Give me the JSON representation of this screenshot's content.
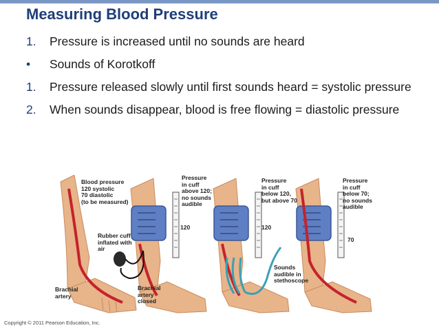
{
  "slide": {
    "title": "Measuring Blood Pressure",
    "items": [
      {
        "marker": "1.",
        "text": "Pressure is increased until no sounds are heard"
      },
      {
        "marker": "•",
        "text": "Sounds of Korotkoff"
      },
      {
        "marker": "1.",
        "text": "Pressure released slowly until first sounds heard = systolic pressure"
      },
      {
        "marker": "2.",
        "text": "When sounds disappear, blood is free flowing  = diastolic pressure"
      }
    ],
    "copyright": "Copyright © 2011 Pearson Education, Inc."
  },
  "figure": {
    "labels": {
      "bp": "Blood pressure\n120 systolic\n70 diastolic\n(to be measured)",
      "cuff": "Rubber cuff\ninflated with\nair",
      "brachial1": "Brachial\nartery",
      "brachial2": "Brachial\nartery\nclosed",
      "p1": "Pressure\nin cuff\nabove 120;\nno sounds\naudible",
      "v1": "120",
      "p2": "Pressure\nin cuff\nbelow 120,\nbut above 70",
      "v2": "120",
      "sounds": "Sounds\naudible in\nstethoscope",
      "p3": "Pressure\nin cuff\nbelow 70;\nno sounds\naudible",
      "v3": "70"
    }
  },
  "colors": {
    "title": "#1f3e78",
    "skin": "#e8b48a",
    "skin_dark": "#c98b5c",
    "cuff": "#5f7fc4",
    "artery": "#c4232b",
    "stethoscope": "#3aa0b5"
  }
}
